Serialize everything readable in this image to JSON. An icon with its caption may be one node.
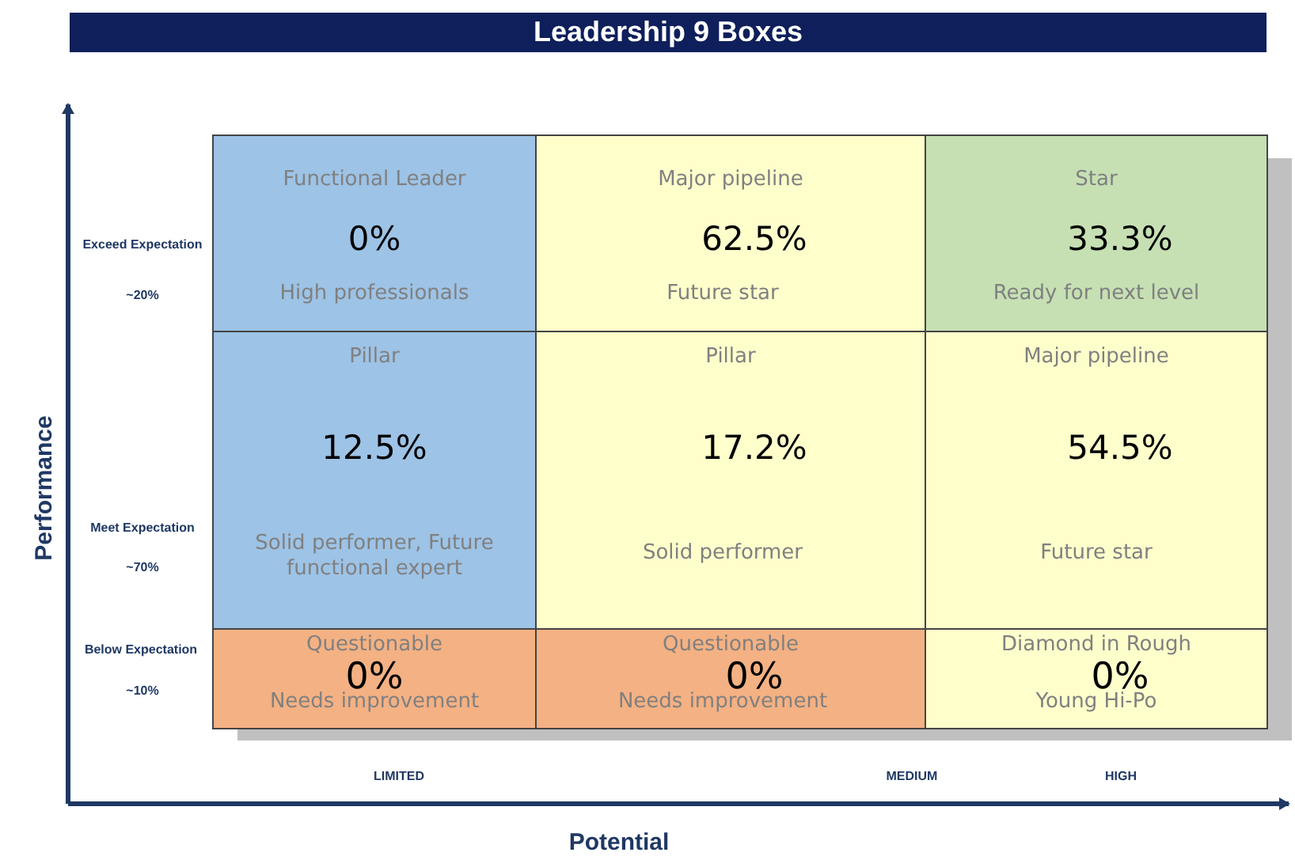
{
  "diagram": {
    "title": "Leadership 9 Boxes",
    "nodes": [
      {
        "text": [
          "Functional Leader",
          "0%",
          "High professionals"
        ]
      },
      {
        "text": [
          "Major pipeline",
          "62.5%",
          "Future star"
        ]
      },
      {
        "text": [
          "Star",
          "33.3%",
          "Ready for next level"
        ]
      },
      {
        "text": [
          "Pillar",
          "12.5%",
          "Solid performer, Future functional expert"
        ]
      },
      {
        "text": [
          "Pillar",
          "17.2%",
          "Solid performer"
        ]
      },
      {
        "text": [
          "Major pipeline",
          "54.5%",
          "Future star"
        ]
      },
      {
        "text": [
          "Questionable",
          "0%",
          "Needs  improvement"
        ]
      },
      {
        "text": [
          "Questionable",
          "0%",
          "Needs  improvement"
        ]
      },
      {
        "text": [
          "Diamond in Rough",
          "0%",
          "Young Hi-Po"
        ]
      }
    ],
    "edges": [],
    "labels": [
      "Performance",
      "Exceed Expectation",
      "~20%",
      "Meet Expectation",
      "~70%",
      "Below Expectation",
      "~10%",
      "LIMITED",
      "MEDIUM",
      "HIGH",
      "Potential"
    ]
  }
}
